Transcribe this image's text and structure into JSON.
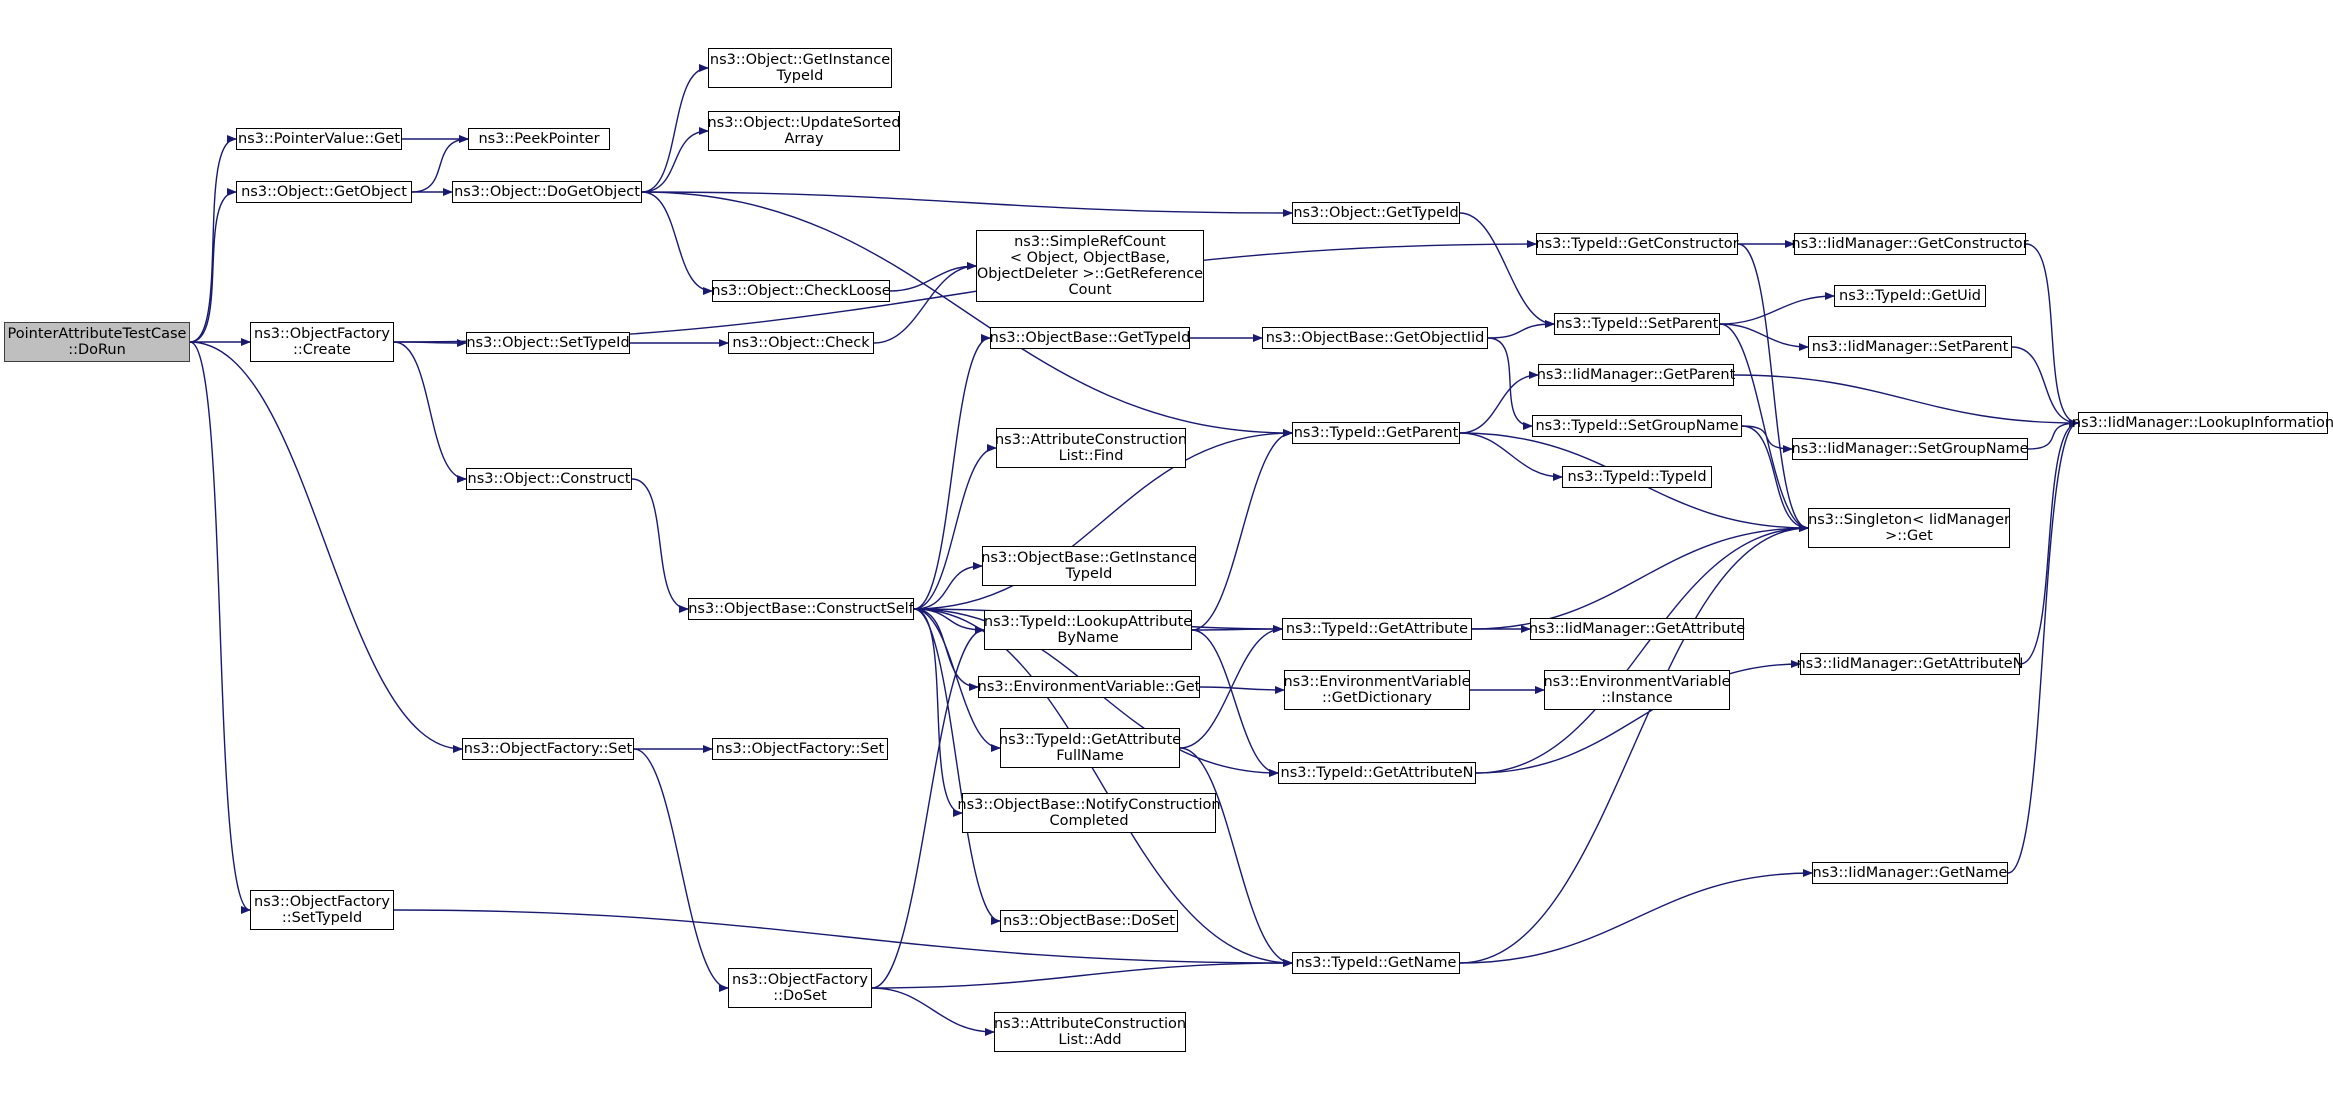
{
  "colors": {
    "edge": "#191970",
    "root_fill": "#bfbfbf",
    "node_fill": "#ffffff",
    "node_border": "#000000"
  },
  "nodes": {
    "root": {
      "label": [
        "PointerAttributeTestCase",
        "::DoRun"
      ]
    },
    "pv_get": {
      "label": [
        "ns3::PointerValue::Get"
      ]
    },
    "obj_getobject": {
      "label": [
        "ns3::Object::GetObject"
      ]
    },
    "peekpointer": {
      "label": [
        "ns3::PeekPointer"
      ]
    },
    "obj_dogetobject": {
      "label": [
        "ns3::Object::DoGetObject"
      ]
    },
    "obj_getinstancetypeid": {
      "label": [
        "ns3::Object::GetInstance",
        "TypeId"
      ]
    },
    "obj_updatesorted": {
      "label": [
        "ns3::Object::UpdateSorted",
        "Array"
      ]
    },
    "of_create": {
      "label": [
        "ns3::ObjectFactory",
        "::Create"
      ]
    },
    "obj_settypeid": {
      "label": [
        "ns3::Object::SetTypeId"
      ]
    },
    "obj_checkloose": {
      "label": [
        "ns3::Object::CheckLoose"
      ]
    },
    "obj_check": {
      "label": [
        "ns3::Object::Check"
      ]
    },
    "simplerefcount": {
      "label": [
        "ns3::SimpleRefCount",
        "< Object, ObjectBase,",
        "ObjectDeleter >::GetReference",
        "Count"
      ]
    },
    "obj_construct": {
      "label": [
        "ns3::Object::Construct"
      ]
    },
    "ob_constructself": {
      "label": [
        "ns3::ObjectBase::ConstructSelf"
      ]
    },
    "obj_gettypeid": {
      "label": [
        "ns3::Object::GetTypeId"
      ]
    },
    "ob_gettypeid": {
      "label": [
        "ns3::ObjectBase::GetTypeId"
      ]
    },
    "ob_getobjectiid": {
      "label": [
        "ns3::ObjectBase::GetObjectIid"
      ]
    },
    "acl_find": {
      "label": [
        "ns3::AttributeConstruction",
        "List::Find"
      ]
    },
    "ob_getinstancetypeid": {
      "label": [
        "ns3::ObjectBase::GetInstance",
        "TypeId"
      ]
    },
    "tid_lookupattr": {
      "label": [
        "ns3::TypeId::LookupAttribute",
        "ByName"
      ]
    },
    "env_get": {
      "label": [
        "ns3::EnvironmentVariable::Get"
      ]
    },
    "tid_getattrfullname": {
      "label": [
        "ns3::TypeId::GetAttribute",
        "FullName"
      ]
    },
    "ob_notify": {
      "label": [
        "ns3::ObjectBase::NotifyConstruction",
        "Completed"
      ]
    },
    "ob_doset": {
      "label": [
        "ns3::ObjectBase::DoSet"
      ]
    },
    "of_set1": {
      "label": [
        "ns3::ObjectFactory::Set"
      ]
    },
    "of_set2": {
      "label": [
        "ns3::ObjectFactory::Set"
      ]
    },
    "of_settypeid": {
      "label": [
        "ns3::ObjectFactory",
        "::SetTypeId"
      ]
    },
    "of_doset": {
      "label": [
        "ns3::ObjectFactory",
        "::DoSet"
      ]
    },
    "acl_add": {
      "label": [
        "ns3::AttributeConstruction",
        "List::Add"
      ]
    },
    "tid_getparent": {
      "label": [
        "ns3::TypeId::GetParent"
      ]
    },
    "tid_getattribute": {
      "label": [
        "ns3::TypeId::GetAttribute"
      ]
    },
    "env_getdict": {
      "label": [
        "ns3::EnvironmentVariable",
        "::GetDictionary"
      ]
    },
    "env_instance": {
      "label": [
        "ns3::EnvironmentVariable",
        "::Instance"
      ]
    },
    "tid_getattributen": {
      "label": [
        "ns3::TypeId::GetAttributeN"
      ]
    },
    "tid_getname": {
      "label": [
        "ns3::TypeId::GetName"
      ]
    },
    "tid_getconstructor": {
      "label": [
        "ns3::TypeId::GetConstructor"
      ]
    },
    "tid_setparent": {
      "label": [
        "ns3::TypeId::SetParent"
      ]
    },
    "iid_getparent": {
      "label": [
        "ns3::IidManager::GetParent"
      ]
    },
    "tid_setgroupname": {
      "label": [
        "ns3::TypeId::SetGroupName"
      ]
    },
    "tid_typeid": {
      "label": [
        "ns3::TypeId::TypeId"
      ]
    },
    "iid_getattribute": {
      "label": [
        "ns3::IidManager::GetAttribute"
      ]
    },
    "iid_getconstructor": {
      "label": [
        "ns3::IidManager::GetConstructor"
      ]
    },
    "tid_getuid": {
      "label": [
        "ns3::TypeId::GetUid"
      ]
    },
    "iid_setparent": {
      "label": [
        "ns3::IidManager::SetParent"
      ]
    },
    "iid_setgroupname": {
      "label": [
        "ns3::IidManager::SetGroupName"
      ]
    },
    "singleton_get": {
      "label": [
        "ns3::Singleton< IidManager",
        ">::Get"
      ]
    },
    "iid_getattributen": {
      "label": [
        "ns3::IidManager::GetAttributeN"
      ]
    },
    "iid_getname": {
      "label": [
        "ns3::IidManager::GetName"
      ]
    },
    "iid_lookupinfo": {
      "label": [
        "ns3::IidManager::LookupInformation"
      ]
    }
  },
  "edges": [
    [
      "root",
      "pv_get"
    ],
    [
      "root",
      "obj_getobject"
    ],
    [
      "root",
      "of_create"
    ],
    [
      "root",
      "of_set1"
    ],
    [
      "root",
      "of_settypeid"
    ],
    [
      "pv_get",
      "peekpointer"
    ],
    [
      "obj_getobject",
      "peekpointer"
    ],
    [
      "obj_getobject",
      "obj_dogetobject"
    ],
    [
      "obj_dogetobject",
      "obj_getinstancetypeid"
    ],
    [
      "obj_dogetobject",
      "obj_updatesorted"
    ],
    [
      "obj_dogetobject",
      "obj_checkloose"
    ],
    [
      "obj_dogetobject",
      "obj_gettypeid"
    ],
    [
      "obj_dogetobject",
      "tid_getparent"
    ],
    [
      "of_create",
      "tid_getconstructor"
    ],
    [
      "of_create",
      "obj_settypeid"
    ],
    [
      "of_create",
      "obj_construct"
    ],
    [
      "obj_settypeid",
      "obj_check"
    ],
    [
      "obj_checkloose",
      "simplerefcount"
    ],
    [
      "obj_check",
      "simplerefcount"
    ],
    [
      "obj_construct",
      "ob_constructself"
    ],
    [
      "ob_constructself",
      "ob_gettypeid"
    ],
    [
      "ob_constructself",
      "tid_getparent"
    ],
    [
      "ob_constructself",
      "acl_find"
    ],
    [
      "ob_constructself",
      "tid_getattribute"
    ],
    [
      "ob_constructself",
      "ob_getinstancetypeid"
    ],
    [
      "ob_constructself",
      "tid_lookupattr"
    ],
    [
      "ob_constructself",
      "env_get"
    ],
    [
      "ob_constructself",
      "tid_getattrfullname"
    ],
    [
      "ob_constructself",
      "ob_notify"
    ],
    [
      "ob_constructself",
      "tid_getattributen"
    ],
    [
      "ob_constructself",
      "ob_doset"
    ],
    [
      "ob_constructself",
      "tid_getname"
    ],
    [
      "of_set1",
      "of_set2"
    ],
    [
      "of_set1",
      "of_doset"
    ],
    [
      "of_settypeid",
      "tid_getname"
    ],
    [
      "of_doset",
      "tid_lookupattr"
    ],
    [
      "of_doset",
      "acl_add"
    ],
    [
      "of_doset",
      "tid_getname"
    ],
    [
      "ob_gettypeid",
      "ob_getobjectiid"
    ],
    [
      "ob_getobjectiid",
      "tid_setparent"
    ],
    [
      "ob_getobjectiid",
      "tid_setgroupname"
    ],
    [
      "obj_gettypeid",
      "tid_setparent"
    ],
    [
      "tid_lookupattr",
      "tid_getparent"
    ],
    [
      "tid_lookupattr",
      "tid_getattribute"
    ],
    [
      "tid_lookupattr",
      "tid_getattributen"
    ],
    [
      "env_get",
      "env_getdict"
    ],
    [
      "env_getdict",
      "env_instance"
    ],
    [
      "tid_getattrfullname",
      "tid_getattribute"
    ],
    [
      "tid_getattrfullname",
      "tid_getname"
    ],
    [
      "tid_getparent",
      "iid_getparent"
    ],
    [
      "tid_getparent",
      "tid_typeid"
    ],
    [
      "tid_getparent",
      "singleton_get"
    ],
    [
      "tid_getattribute",
      "iid_getattribute"
    ],
    [
      "tid_getattribute",
      "singleton_get"
    ],
    [
      "tid_getattributen",
      "singleton_get"
    ],
    [
      "tid_getattributen",
      "iid_getattributen"
    ],
    [
      "tid_getname",
      "singleton_get"
    ],
    [
      "tid_getname",
      "iid_getname"
    ],
    [
      "tid_getconstructor",
      "iid_getconstructor"
    ],
    [
      "tid_getconstructor",
      "singleton_get"
    ],
    [
      "tid_setparent",
      "tid_getuid"
    ],
    [
      "tid_setparent",
      "iid_setparent"
    ],
    [
      "tid_setparent",
      "singleton_get"
    ],
    [
      "tid_setgroupname",
      "iid_setgroupname"
    ],
    [
      "tid_setgroupname",
      "singleton_get"
    ],
    [
      "iid_getparent",
      "iid_lookupinfo"
    ],
    [
      "iid_getconstructor",
      "iid_lookupinfo"
    ],
    [
      "iid_setparent",
      "iid_lookupinfo"
    ],
    [
      "iid_setgroupname",
      "iid_lookupinfo"
    ],
    [
      "iid_getattributen",
      "iid_lookupinfo"
    ],
    [
      "iid_getname",
      "iid_lookupinfo"
    ]
  ]
}
